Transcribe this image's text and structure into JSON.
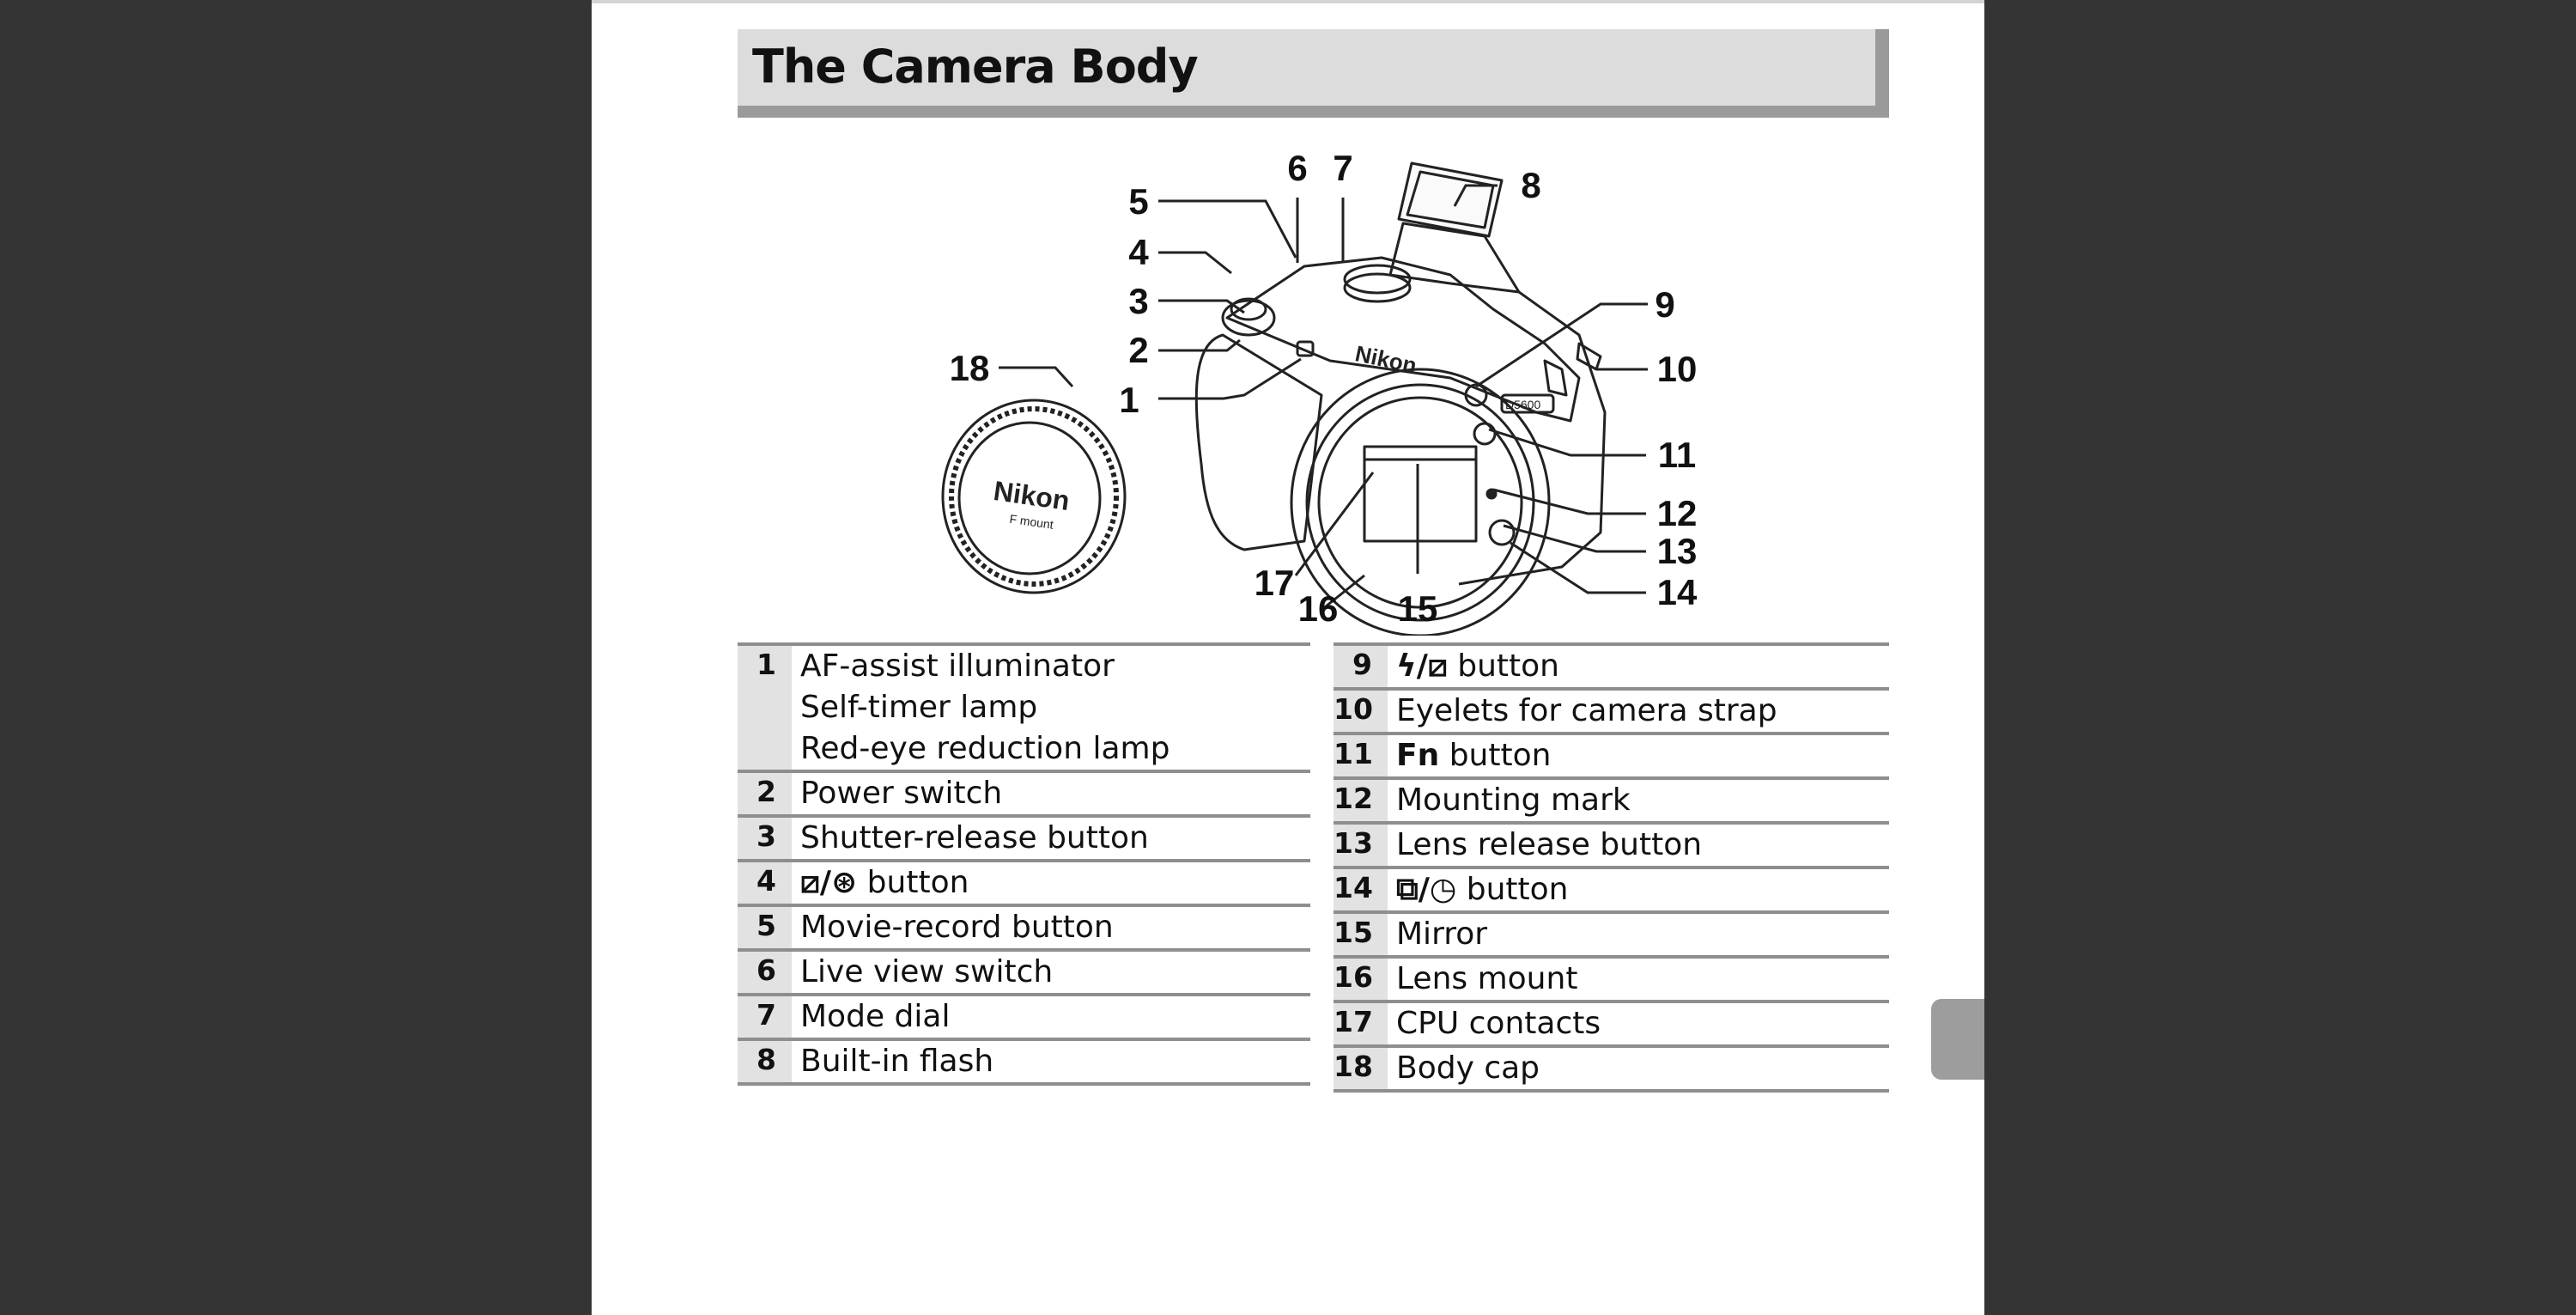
{
  "page": {
    "title": "The Camera Body"
  },
  "diagram": {
    "callouts": [
      "1",
      "2",
      "3",
      "4",
      "5",
      "6",
      "7",
      "8",
      "9",
      "10",
      "11",
      "12",
      "13",
      "14",
      "15",
      "16",
      "17",
      "18"
    ],
    "brand_text": "Nikon",
    "cap_brand_text": "Nikon",
    "cap_mount_text": "F mount",
    "model_text": "D5600"
  },
  "parts_left": [
    {
      "num": "1",
      "lines": [
        "AF-assist illuminator",
        "Self-timer lamp",
        "Red-eye reduction lamp"
      ]
    },
    {
      "num": "2",
      "lines": [
        "Power switch"
      ]
    },
    {
      "num": "3",
      "lines": [
        "Shutter-release button"
      ]
    },
    {
      "num": "4",
      "prefix": "⧄/⊛",
      "lines": [
        "button"
      ]
    },
    {
      "num": "5",
      "lines": [
        "Movie-record button"
      ]
    },
    {
      "num": "6",
      "lines": [
        "Live view switch"
      ]
    },
    {
      "num": "7",
      "lines": [
        "Mode dial"
      ]
    },
    {
      "num": "8",
      "lines": [
        "Built-in flash"
      ]
    }
  ],
  "parts_right": [
    {
      "num": "9",
      "prefix": "ϟ/⧄",
      "lines": [
        "button"
      ]
    },
    {
      "num": "10",
      "lines": [
        "Eyelets for camera strap"
      ]
    },
    {
      "num": "11",
      "prefix": "Fn",
      "lines": [
        "button"
      ]
    },
    {
      "num": "12",
      "lines": [
        "Mounting mark"
      ]
    },
    {
      "num": "13",
      "lines": [
        "Lens release button"
      ]
    },
    {
      "num": "14",
      "prefix": "⧉/◷",
      "lines": [
        "button"
      ]
    },
    {
      "num": "15",
      "lines": [
        "Mirror"
      ]
    },
    {
      "num": "16",
      "lines": [
        "Lens mount"
      ]
    },
    {
      "num": "17",
      "lines": [
        "CPU contacts"
      ]
    },
    {
      "num": "18",
      "lines": [
        "Body cap"
      ]
    }
  ],
  "colors": {
    "viewer_background": "#343434",
    "page": "#ffffff",
    "title_bar": "#dcdcdc",
    "rule": "#8e8e8e",
    "number_cell": "#e2e2e2"
  }
}
